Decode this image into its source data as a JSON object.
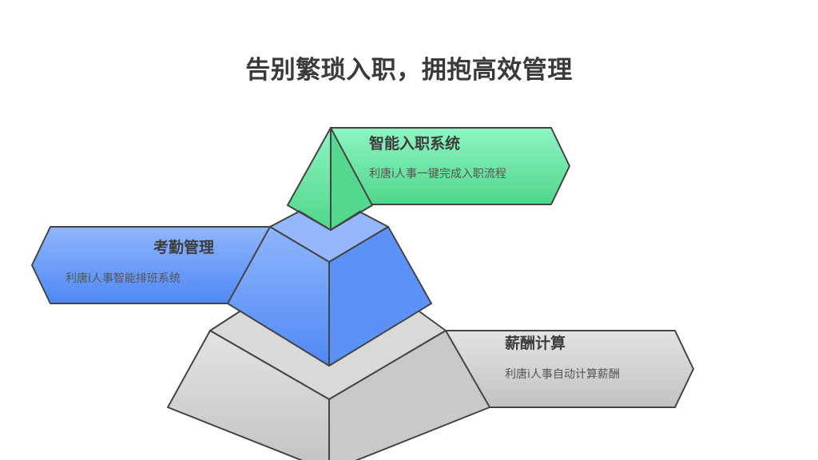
{
  "title": "告别繁琐入职，拥抱高效管理",
  "levels": [
    {
      "heading": "智能入职系统",
      "desc": "利唐i人事一键完成入职流程",
      "color": "#5ee09a"
    },
    {
      "heading": "考勤管理",
      "desc": "利唐i人事智能排班系统",
      "color": "#6096f7"
    },
    {
      "heading": "薪酬计算",
      "desc": "利唐i人事自动计算薪酬",
      "color": "#cfcfcf"
    }
  ]
}
